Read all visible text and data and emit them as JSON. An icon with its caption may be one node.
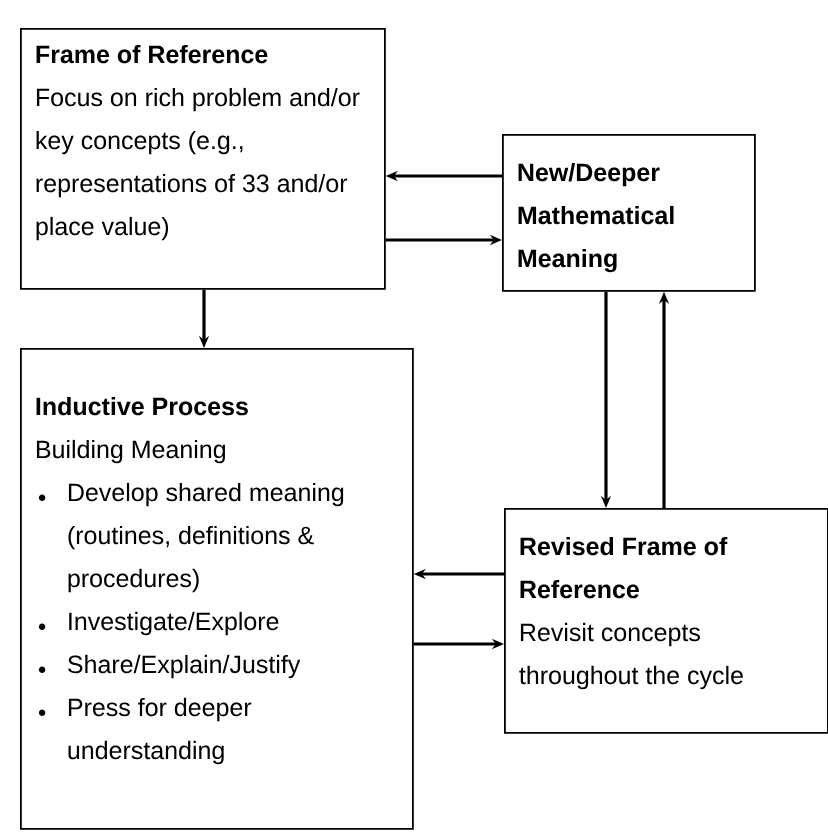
{
  "diagram": {
    "nodes": [
      {
        "text": [
          "Frame of Reference",
          "Focus on rich problem and/or key concepts (e.g., representations of 33 and/or place value)"
        ]
      },
      {
        "text": [
          "New/Deeper Mathematical Meaning"
        ]
      },
      {
        "text": [
          "Inductive Process",
          "Building Meaning",
          "Develop shared meaning (routines, definitions & procedures)",
          "Investigate/Explore",
          "Share/Explain/Justify",
          "Press for deeper understanding"
        ]
      },
      {
        "text": [
          "Revised Frame of Reference",
          "Revisit concepts throughout the cycle"
        ]
      }
    ],
    "edges": [
      {
        "from": 1,
        "to": 0,
        "arrow": "to"
      },
      {
        "from": 0,
        "to": 1,
        "arrow": "to"
      },
      {
        "from": 0,
        "to": 2,
        "arrow": "to"
      },
      {
        "from": 1,
        "to": 3,
        "arrow": "to"
      },
      {
        "from": 3,
        "to": 1,
        "arrow": "to"
      },
      {
        "from": 3,
        "to": 2,
        "arrow": "to"
      },
      {
        "from": 2,
        "to": 3,
        "arrow": "to"
      }
    ]
  }
}
